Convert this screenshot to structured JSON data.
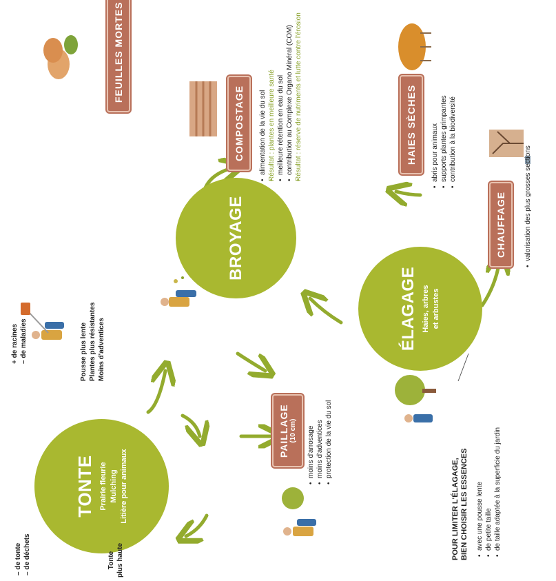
{
  "colors": {
    "circle": "#a9b830",
    "tag": "#b9705a",
    "arrow": "#93ab2e",
    "accent_text": "#8aa22c"
  },
  "tonte": {
    "title": "TONTE",
    "lines": [
      "Prairie fleurie",
      "Mulching",
      "Litière pour animaux"
    ],
    "top_note": [
      "Tonte",
      "plus haute"
    ],
    "left_minus_1": "– de tonte",
    "left_minus_2": "– de déchets",
    "right_plus_1": "+ de racines",
    "right_minus_1": "– de maladies",
    "bottom_note": [
      "Pousse plus lente",
      "Plantes plus résistantes",
      "Moins d'adventices"
    ]
  },
  "broyage": {
    "title": "BROYAGE"
  },
  "elagage": {
    "title": "ÉLAGAGE",
    "lines": [
      "Haies, arbres",
      "et arbustes"
    ]
  },
  "feuilles": {
    "label": "FEUILLES MORTES"
  },
  "compostage": {
    "label": "COMPOSTAGE",
    "items": [
      "alimentation de la vie du sol",
      "Résultat : plantes en meilleure santé",
      "meilleure rétention en eau du sol",
      "contribution au Complexe Organo Minéral (COM)",
      "Résultat : réserve de nutriments et lutte contre l'érosion"
    ]
  },
  "paillage": {
    "label": "PAILLAGE",
    "sublabel": "(10 cm)",
    "items": [
      "moins d'arrosage",
      "moins d'adventices",
      "protection de la vie du sol"
    ]
  },
  "haies": {
    "label": "HAIES SÈCHES",
    "items": [
      "abris pour animaux",
      "supports plantes grimpantes",
      "contribution à la biodiversité"
    ]
  },
  "chauffage": {
    "label": "CHAUFFAGE",
    "items": [
      "valorisation des plus grosses sections"
    ]
  },
  "limiter": {
    "title_1": "POUR LIMITER L'ÉLAGAGE,",
    "title_2": "BIEN CHOISIR LES ESSENCES",
    "items": [
      "avec une pousse lente",
      "de petite taille",
      "de taille adaptée à la superficie du jardin"
    ]
  },
  "illustrations": [
    "mower-person-icon",
    "shredder-person-icon",
    "mulch-person-icon",
    "pruning-person-icon",
    "leaves-icon",
    "compost-bin-icon",
    "hedge-icon",
    "firewood-icon"
  ]
}
